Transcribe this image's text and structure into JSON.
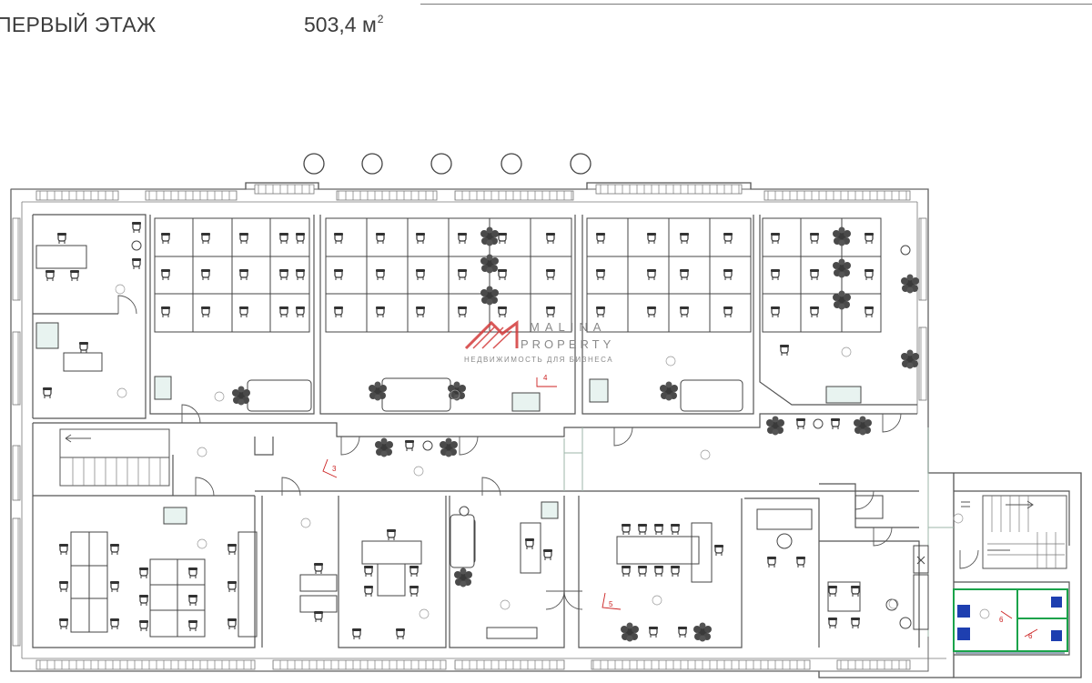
{
  "header": {
    "floor_title": "ПЕРВЫЙ ЭТАЖ",
    "area_value": "503,4 м",
    "area_unit_sup": "2"
  },
  "watermark": {
    "brand_line1": "MALINA",
    "brand_line2": "PROPERTY",
    "tagline": "НЕДВИЖИМОСТЬ ДЛЯ БИЗНЕСА"
  },
  "plan_labels": {
    "exit_3": "3",
    "exit_4": "4",
    "exit_5": "5",
    "exit_6a": "6",
    "exit_6b": "6"
  },
  "colors": {
    "wall": "#555555",
    "line": "#777777",
    "plant": "#3a3a3a",
    "accent_teal": "#6fb7a8",
    "accent_green": "#1aa34a",
    "accent_blue": "#1e3fb0",
    "exit_red": "#cc2222",
    "watermark_red": "#d33a3a",
    "watermark_gray": "#8a8a8a"
  },
  "icons": [
    "column-circle-icon",
    "office-chair-icon",
    "plant-icon",
    "door-arc-icon",
    "staircase-icon",
    "toilet-icon",
    "watermark-logo-icon"
  ]
}
